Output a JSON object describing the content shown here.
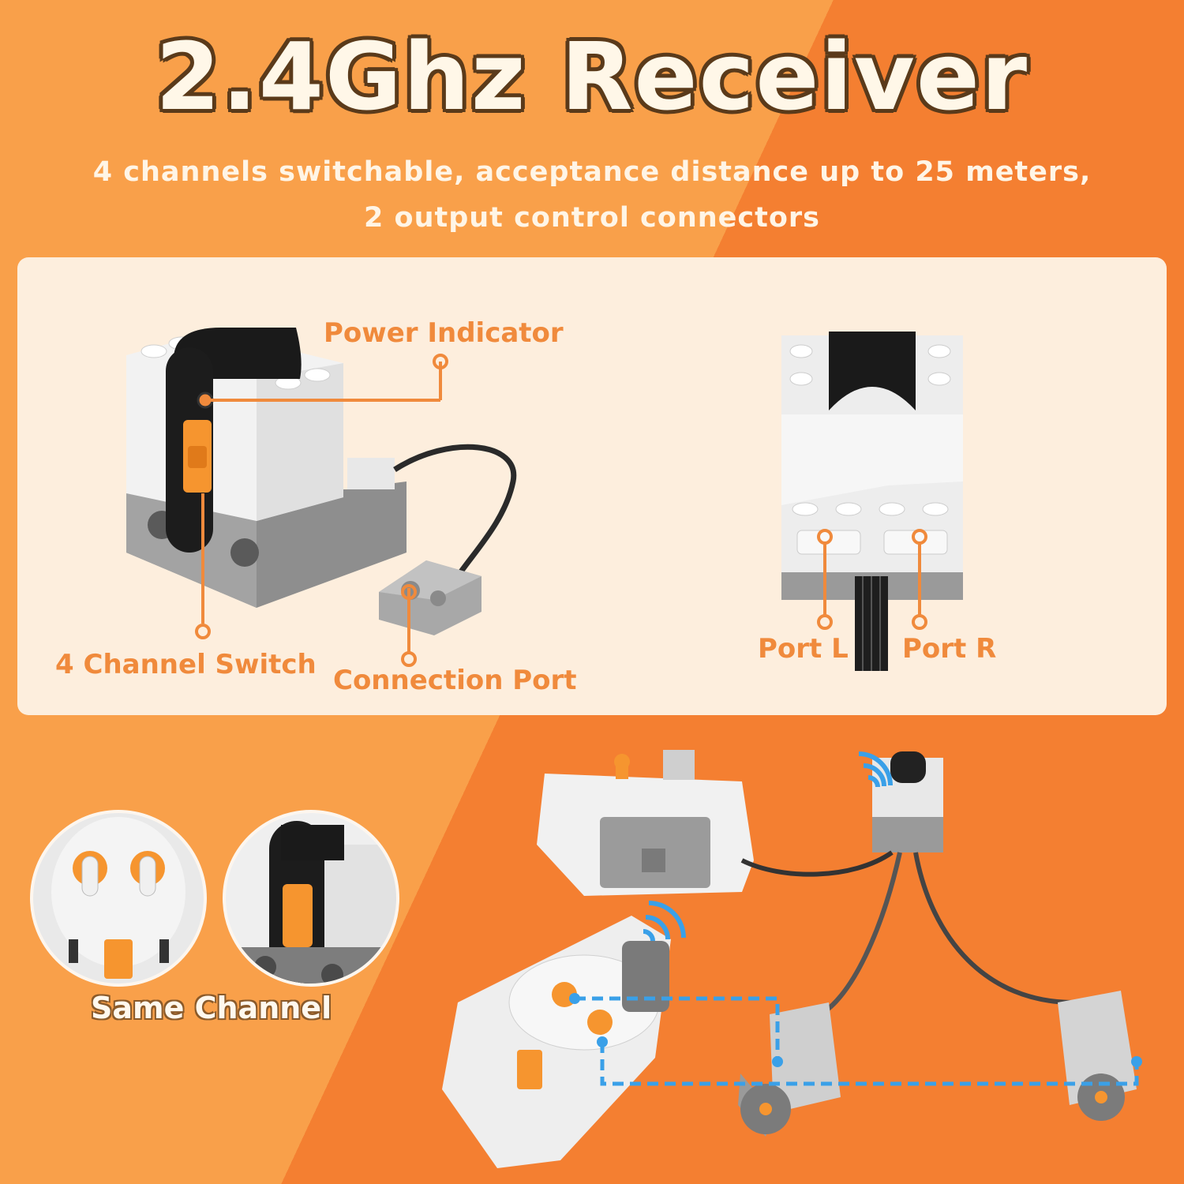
{
  "title": "2.4Ghz Receiver",
  "subtitle": {
    "line1": "4 channels switchable, acceptance distance up to 25 meters,",
    "line2": "2 output control connectors"
  },
  "callouts": {
    "power_indicator": "Power Indicator",
    "channel_switch": "4 Channel Switch",
    "connection_port": "Connection Port",
    "port_l": "Port L",
    "port_r": "Port R"
  },
  "same_channel": "Same Channel",
  "colors": {
    "accent_orange": "#f08a3c",
    "bg_orange_light": "#f9a04a",
    "bg_orange_dark": "#f47f31",
    "panel": "#fdeedd",
    "signal_blue": "#3aa0e8"
  },
  "icons": {
    "receiver": "receiver-module-image",
    "battery_box": "battery-box-image",
    "remote": "remote-control-image",
    "motor": "motor-image",
    "wifi": "wireless-signal-icon"
  }
}
